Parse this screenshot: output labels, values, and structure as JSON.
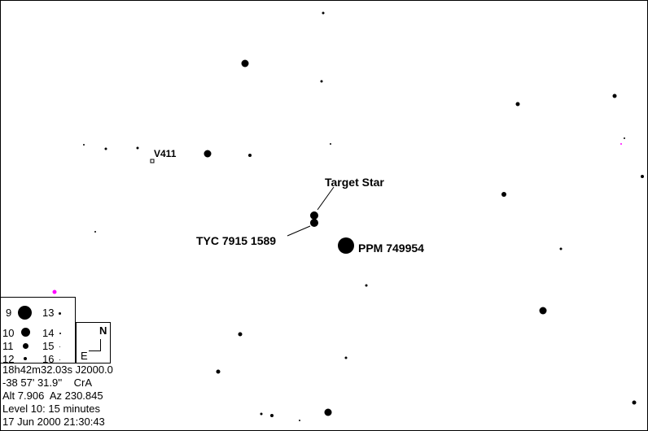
{
  "labels": {
    "target": "Target Star",
    "tyc": "TYC 7915 1589",
    "ppm": "PPM 749954",
    "v411": "V411"
  },
  "legend": {
    "magnitudes": [
      "9",
      "10",
      "11",
      "12",
      "13",
      "14",
      "15",
      "16"
    ]
  },
  "compass": {
    "north": "N",
    "east": "E"
  },
  "info": {
    "ra": "18h42m32.03s J2000.0",
    "dec": "-38 57' 31.9''    CrA",
    "altaz": "Alt 7.906  Az 230.845",
    "level": "Level 10: 15 minutes",
    "datetime": "17 Jun 2000 21:30:43"
  },
  "colors": {
    "stars": "#000000",
    "highlight": "#ff00ff",
    "background": "#ffffff"
  }
}
